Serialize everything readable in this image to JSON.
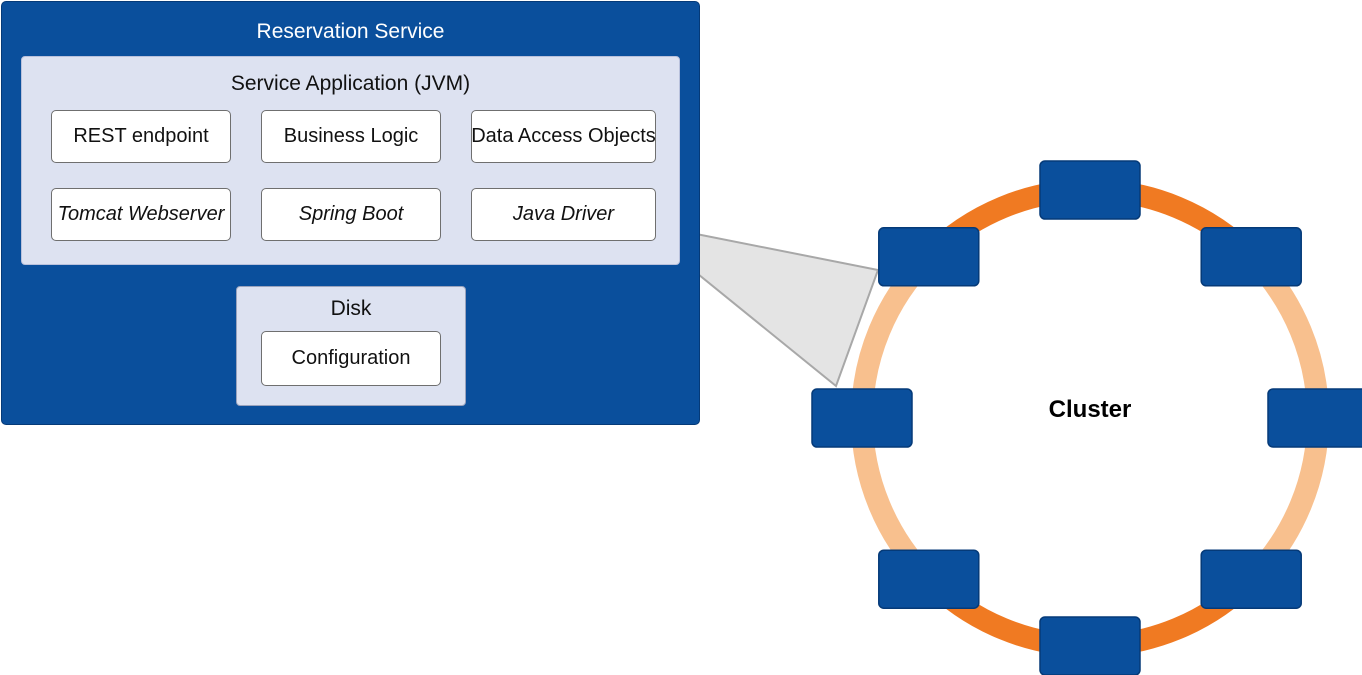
{
  "reservation_service": {
    "title": "Reservation Service",
    "service_application": {
      "title": "Service Application (JVM)",
      "components": [
        {
          "label": "REST endpoint"
        },
        {
          "label": "Business Logic"
        },
        {
          "label": "Data Access Objects"
        },
        {
          "label": "Tomcat Webserver"
        },
        {
          "label": "Spring Boot"
        },
        {
          "label": "Java Driver"
        }
      ]
    },
    "disk": {
      "title": "Disk",
      "components": [
        {
          "label": "Configuration"
        }
      ]
    }
  },
  "cluster": {
    "label": "Cluster",
    "node_count": 8
  },
  "colors": {
    "service_blue": "#0a4f9c",
    "panel_lavender": "#dde2f1",
    "ring_dark_orange": "#f07a22",
    "ring_light_orange": "#f8c08e",
    "node_blue": "#0a4f9c",
    "callout_gray": "#e4e4e4"
  }
}
